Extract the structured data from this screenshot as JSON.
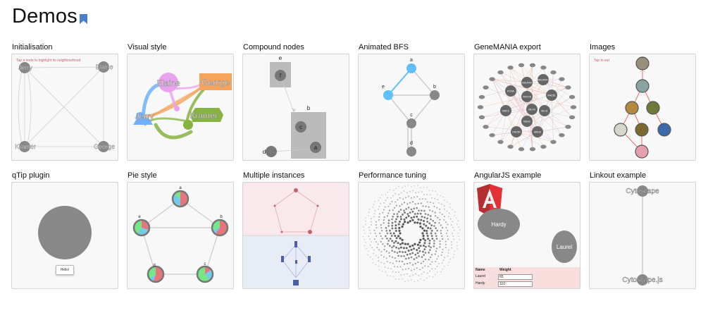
{
  "page": {
    "title": "Demos",
    "bookmark_color": "#4a7fc8"
  },
  "demos": [
    {
      "label": "Initialisation"
    },
    {
      "label": "Visual style"
    },
    {
      "label": "Compound nodes"
    },
    {
      "label": "Animated BFS"
    },
    {
      "label": "GeneMANIA export"
    },
    {
      "label": "Images"
    },
    {
      "label": "qTip plugin"
    },
    {
      "label": "Pie style"
    },
    {
      "label": "Multiple instances"
    },
    {
      "label": "Performance tuning"
    },
    {
      "label": "AngularJS example"
    },
    {
      "label": "Linkout example"
    }
  ],
  "init": {
    "hint": "Tap a node to highlight its neighbourhood",
    "nodes": [
      "Jerry",
      "Elaine",
      "Kramer",
      "George"
    ]
  },
  "visual": {
    "nodes": [
      "Elaine",
      "George",
      "Jerry",
      "Kramer"
    ],
    "colors": {
      "elaine": "#e9a3ee",
      "george": "#f5a45d",
      "jerry": "#6fb1fc",
      "kramer": "#86b342"
    }
  },
  "compound": {
    "nodes": [
      "e",
      "f",
      "b",
      "c",
      "a",
      "d"
    ]
  },
  "bfs": {
    "nodes": [
      "a",
      "b",
      "e",
      "c",
      "d"
    ],
    "highlight": "#61bffc"
  },
  "genemania": {
    "nodes": [
      "NDUFA9",
      "NDUFAF1",
      "PCNA",
      "XRCC5",
      "RAD51",
      "DMC1",
      "MLH1",
      "MSH2",
      "RAD50",
      "MSH6",
      "MLH3"
    ]
  },
  "images": {
    "hint": "Tap to eat"
  },
  "qtip": {
    "tooltip": "Hello!"
  },
  "pie": {
    "nodes": [
      "a",
      "b",
      "c",
      "d",
      "e"
    ],
    "colors": [
      "#e8747c",
      "#74cbe8",
      "#74e883"
    ]
  },
  "multi": {
    "top_bg": "#f9e9ec",
    "bottom_bg": "#e8ecf7"
  },
  "angular": {
    "nodes": [
      "Hardy",
      "Laurel"
    ],
    "table": {
      "headers": [
        "Name",
        "Weight"
      ],
      "rows": [
        {
          "name": "Laurel",
          "weight": "65"
        },
        {
          "name": "Hardy",
          "weight": "110"
        }
      ]
    }
  },
  "linkout": {
    "nodes": [
      "Cytoscape",
      "Cytoscape.js"
    ]
  }
}
